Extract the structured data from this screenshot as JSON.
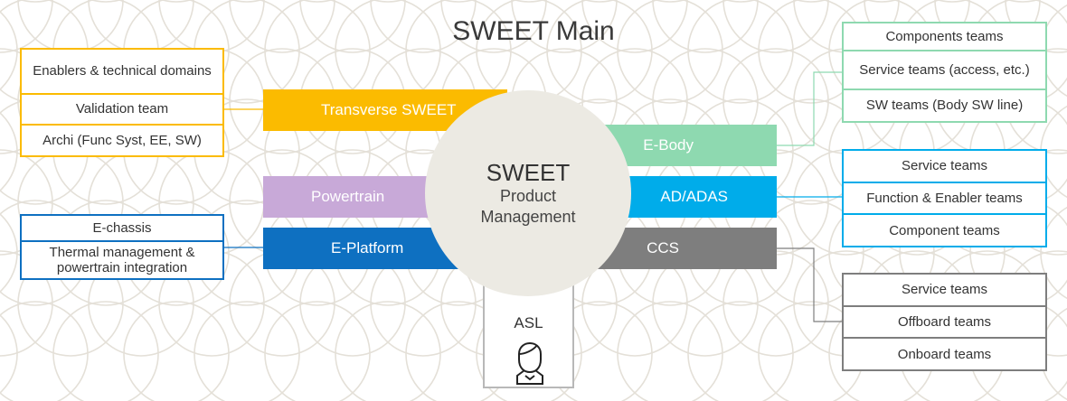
{
  "title": "SWEET Main",
  "center": {
    "title": "SWEET",
    "line1": "Product",
    "line2": "Management"
  },
  "bars": {
    "transverse": "Transverse SWEET",
    "powertrain": "Powertrain",
    "eplatform": "E-Platform",
    "ebody": "E-Body",
    "adas": "AD/ADAS",
    "ccs": "CCS"
  },
  "asl": {
    "label": "ASL",
    "icon": "person-icon"
  },
  "lists": {
    "transverse": [
      "Enablers & technical domains",
      "Validation team",
      "Archi (Func Syst, EE, SW)"
    ],
    "eplatform": [
      "E-chassis",
      "Thermal management & powertrain integration"
    ],
    "ebody": [
      "Components teams",
      "Service teams (access, etc.)",
      "SW teams (Body SW line)"
    ],
    "adas": [
      "Service teams",
      "Function & Enabler teams",
      "Component teams"
    ],
    "ccs": [
      "Service teams",
      "Offboard teams",
      "Onboard teams"
    ]
  },
  "colors": {
    "transverse": "#fbbb00",
    "powertrain": "#c8a9d8",
    "eplatform": "#0e70c1",
    "ebody": "#8ed9b0",
    "adas": "#00acea",
    "ccs": "#7e7e7e",
    "circle": "#eceae3",
    "pattern": "#e4e0d8"
  }
}
